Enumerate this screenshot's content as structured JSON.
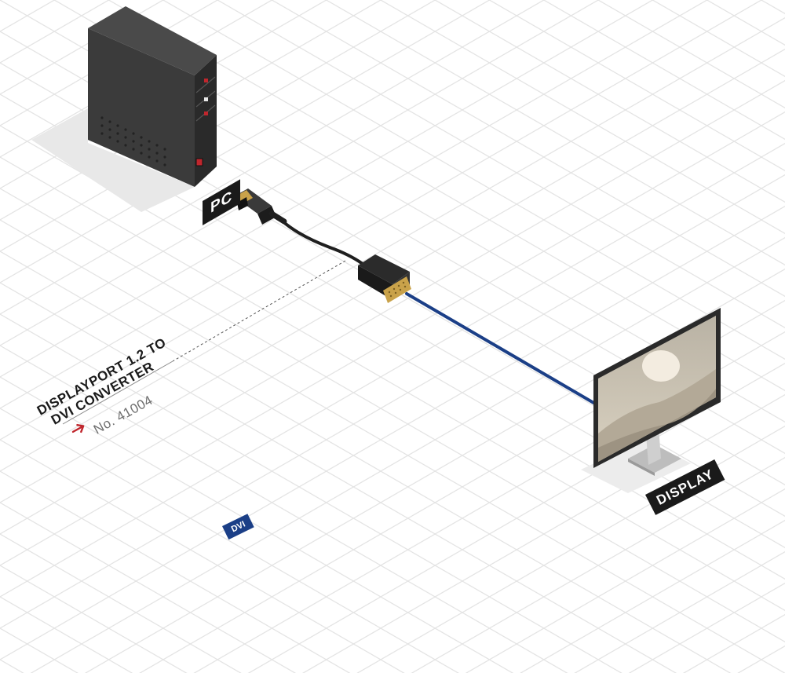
{
  "labels": {
    "pc": "PC",
    "display": "DISPLAY",
    "dvi": "DVI"
  },
  "product": {
    "title_line_1": "DISPLAYPORT 1.2 TO",
    "title_line_2": "DVI CONVERTER",
    "number": "No. 41004"
  },
  "nodes": [
    {
      "id": "pc",
      "label_ref": "labels.pc",
      "icon": "pc-tower-icon"
    },
    {
      "id": "converter",
      "icon": "displayport-to-dvi-adapter-icon"
    },
    {
      "id": "display",
      "label_ref": "labels.display",
      "icon": "monitor-icon"
    }
  ],
  "edges": [
    {
      "from": "pc",
      "to": "converter",
      "type": "displayport-cable",
      "color": "#1f1f1f"
    },
    {
      "from": "converter",
      "to": "display",
      "type": "dvi-cable",
      "color": "#1b3f87"
    }
  ],
  "colors": {
    "grid": "#e3e3e3",
    "tag_dark": "#1a1a1a",
    "dvi_blue": "#1b3f87",
    "accent_red": "#c0262d",
    "connector_gold": "#c9a24a",
    "tower_body": "#3a3a3a"
  }
}
